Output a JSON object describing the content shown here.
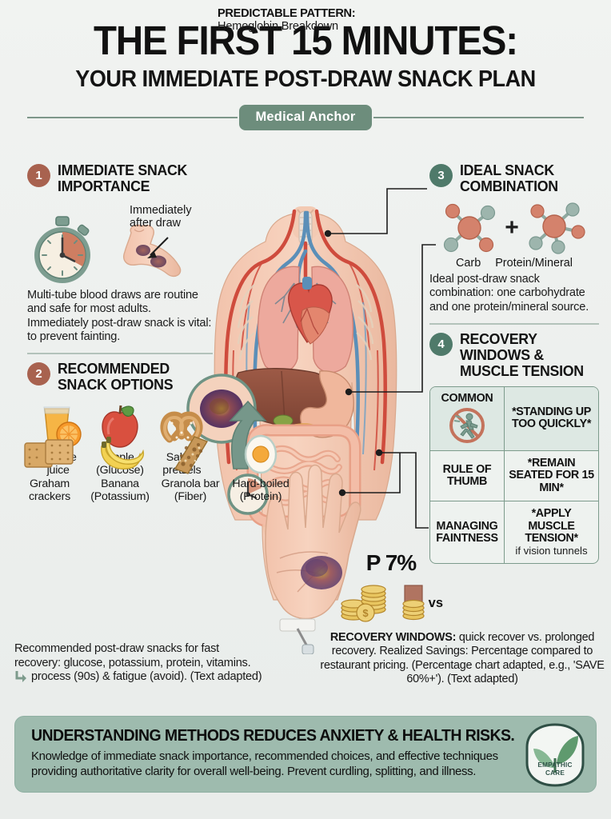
{
  "header": {
    "title_main": "THE FIRST 15 MINUTES:",
    "title_sub": "YOUR IMMEDIATE POST-DRAW SNACK PLAN",
    "anchor_pill": "Medical Anchor"
  },
  "section1": {
    "number": "1",
    "title": "IMMEDIATE SNACK IMPORTANCE",
    "arm_note": "Immediately after draw",
    "body": "Multi-tube blood draws are routine and safe for most adults. Immediately post-draw snack is vital: to prevent fainting."
  },
  "predictable": {
    "key": "PREDICTABLE PATTERN:",
    "value": "Hemoglobin Breakdown"
  },
  "section2": {
    "number": "2",
    "title": "RECOMMENDED SNACK OPTIONS",
    "row1": [
      {
        "icon": "orange-juice-icon",
        "label": "Orange juice"
      },
      {
        "icon": "apple-icon",
        "label": "Apple (Glucose)"
      },
      {
        "icon": "pretzel-icon",
        "label": "Salted pretzels"
      }
    ],
    "row2": [
      {
        "icon": "graham-cracker-icon",
        "label": "Graham crackers"
      },
      {
        "icon": "banana-icon",
        "label": "Banana (Potassium)"
      },
      {
        "icon": "granola-bar-icon",
        "label": "Granola bar (Fiber)"
      },
      {
        "icon": "boiled-egg-icon",
        "label": "Hard-boiled (Protein)"
      }
    ],
    "note_line1": "Recommended post-draw snacks for fast",
    "note_line2": "recovery: glucose, potassium, protein, vitamins.",
    "note_line3": "process (90s) & fatigue (avoid). (Text adapted)"
  },
  "section3": {
    "number": "3",
    "title": "IDEAL SNACK COMBINATION",
    "mol_left_label": "Carb",
    "mol_plus": "+",
    "mol_right_label": "Protein/Mineral",
    "body": "Ideal post-draw snack combination: one carbohydrate and one protein/mineral source."
  },
  "section4": {
    "number": "4",
    "title": "RECOVERY WINDOWS & MUSCLE TENSION",
    "rows": [
      {
        "key": "COMMON",
        "icon": "no-standing-icon",
        "value": "*STANDING UP TOO QUICKLY*",
        "sub": ""
      },
      {
        "key": "RULE OF THUMB",
        "icon": "",
        "value": "*REMAIN SEATED FOR 15 MIN*",
        "sub": ""
      },
      {
        "key": "MANAGING FAINTNESS",
        "icon": "",
        "value": "*APPLY MUSCLE TENSION*",
        "sub": "if vision tunnels"
      }
    ]
  },
  "savings": {
    "percent_label": "P 7%",
    "vs_label": "vs",
    "coin_icon": "coin-stack-icon"
  },
  "recovery_note": {
    "key": "RECOVERY WINDOWS:",
    "text": " quick recover vs. prolonged recovery. Realized Savings: Percentage compared to restaurant pricing. (Percentage chart adapted, e.g., 'SAVE 60%+'). (Text adapted)"
  },
  "footer": {
    "title": "UNDERSTANDING METHODS REDUCES ANXIETY & HEALTH RISKS.",
    "body": "Knowledge of immediate snack importance, recommended choices, and effective techniques providing authoritative clarity for overall well-being. Prevent curdling, splitting, and illness.",
    "seal_line1": "EMPATHIC",
    "seal_line2": "CARE",
    "seal_icon": "leaf-seal-icon"
  },
  "colors": {
    "background": "#eef1ef",
    "accent_teal": "#4f7a6a",
    "accent_red": "#a8624f",
    "footer_band": "#9ebbae",
    "pill_green": "#6d8d7c",
    "rule_green": "#7d9689"
  }
}
